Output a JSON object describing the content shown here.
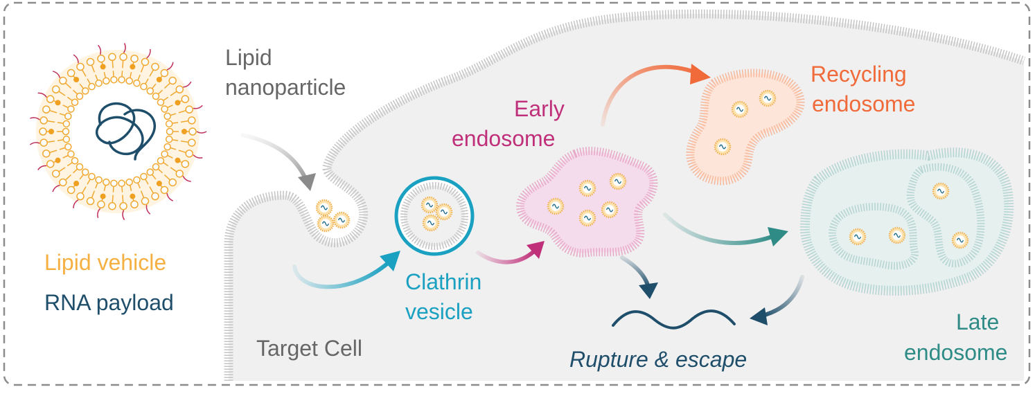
{
  "labels": {
    "lipid_nanoparticle_line1": "Lipid",
    "lipid_nanoparticle_line2": "nanoparticle",
    "lipid_vehicle": "Lipid vehicle",
    "rna_payload": "RNA payload",
    "target_cell": "Target Cell",
    "clathrin_line1": "Clathrin",
    "clathrin_line2": "vesicle",
    "early_line1": "Early",
    "early_line2": "endosome",
    "recycling_line1": "Recycling",
    "recycling_line2": "endosome",
    "late_line1": "Late",
    "late_line2": "endosome",
    "rupture": "Rupture & escape"
  },
  "colors": {
    "gray_text": "#666666",
    "lipid_orange": "#f5b041",
    "rna_navy": "#1f4e6b",
    "clathrin_teal": "#1aa0c0",
    "early_magenta": "#c0307a",
    "recycling_orange": "#f06a3a",
    "late_teal": "#2e8b86",
    "cell_fill": "#f0f0f0",
    "membrane_gray": "#c8c8c8"
  }
}
